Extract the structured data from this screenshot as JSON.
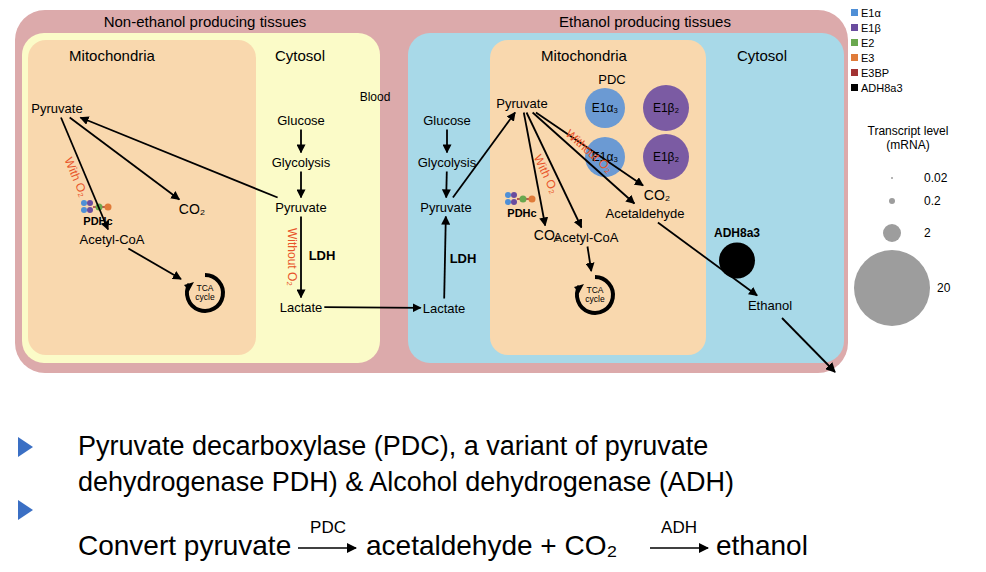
{
  "diagram": {
    "nodes": [
      {
        "text": [
          "Blood"
        ]
      },
      {
        "text": [
          "Non-ethanol producing tissues",
          "Cytosol"
        ],
        "in": 0
      },
      {
        "text": [
          "Mitochondria"
        ],
        "in": 1
      },
      {
        "text": [
          "Ethanol producing tissues",
          "Cytosol"
        ],
        "in": 0
      },
      {
        "text": [
          "Mitochondria"
        ],
        "in": 3
      },
      {
        "text": [
          "Pyruvate"
        ],
        "in": 2
      },
      {
        "text": [
          "CO₂"
        ],
        "in": 2
      },
      {
        "text": [
          "PDHc"
        ],
        "in": 2
      },
      {
        "text": [
          "Acetyl-CoA"
        ],
        "in": 2
      },
      {
        "text": [
          "TCA cycle"
        ],
        "in": 2
      },
      {
        "text": [
          "Glucose"
        ],
        "in": 1
      },
      {
        "text": [
          "Glycolysis"
        ],
        "in": 1
      },
      {
        "text": [
          "Pyruvate"
        ],
        "in": 1
      },
      {
        "text": [
          "Lactate"
        ],
        "in": 1
      },
      {
        "text": [
          "Glucose"
        ],
        "in": 3
      },
      {
        "text": [
          "Glycolysis"
        ],
        "in": 3
      },
      {
        "text": [
          "Pyruvate"
        ],
        "in": 3
      },
      {
        "text": [
          "Lactate"
        ],
        "in": 3
      },
      {
        "text": [
          "Pyruvate"
        ],
        "in": 4
      },
      {
        "text": [
          "PDC"
        ],
        "in": 4
      },
      {
        "text": [
          "E1α₃"
        ],
        "in": 19
      },
      {
        "text": [
          "E1β₂"
        ],
        "in": 19
      },
      {
        "text": [
          "E1α₃"
        ],
        "in": 19
      },
      {
        "text": [
          "E1β₂"
        ],
        "in": 19
      },
      {
        "text": [
          "PDHc"
        ],
        "in": 4
      },
      {
        "text": [
          "CO₂"
        ],
        "in": 4
      },
      {
        "text": [
          "Acetyl-CoA"
        ],
        "in": 4
      },
      {
        "text": [
          "CO₂"
        ],
        "in": 4
      },
      {
        "text": [
          "Acetaldehyde"
        ],
        "in": 4
      },
      {
        "text": [
          "TCA cycle"
        ],
        "in": 4
      },
      {
        "text": [
          "ADH8a3"
        ],
        "in": 3
      },
      {
        "text": [
          "Ethanol"
        ],
        "in": 3
      }
    ],
    "edges": [
      {
        "from": 12,
        "to": 5,
        "arrow": "to"
      },
      {
        "from": 5,
        "to": 8,
        "arrow": "to",
        "label": "With O₂"
      },
      {
        "from": 5,
        "to": 6,
        "arrow": "to"
      },
      {
        "from": 8,
        "to": 9,
        "arrow": "to"
      },
      {
        "from": 10,
        "to": 11,
        "arrow": "to"
      },
      {
        "from": 11,
        "to": 12,
        "arrow": "to"
      },
      {
        "from": 12,
        "to": 13,
        "arrow": "to",
        "label": "Without O₂"
      },
      {
        "from": 13,
        "to": 17,
        "arrow": "to"
      },
      {
        "from": 17,
        "to": 16,
        "arrow": "to",
        "label": "LDH"
      },
      {
        "from": 14,
        "to": 15,
        "arrow": "to"
      },
      {
        "from": 15,
        "to": 16,
        "arrow": "to"
      },
      {
        "from": 16,
        "to": 18,
        "arrow": "to"
      },
      {
        "from": 18,
        "to": 26,
        "arrow": "to",
        "label": "With O₂"
      },
      {
        "from": 18,
        "to": 25,
        "arrow": "to"
      },
      {
        "from": 18,
        "to": 28,
        "arrow": "to",
        "label": "Without O₂"
      },
      {
        "from": 18,
        "to": 27,
        "arrow": "to"
      },
      {
        "from": 28,
        "to": 31,
        "arrow": "to"
      },
      {
        "from": 26,
        "to": 29,
        "arrow": "to"
      }
    ],
    "labels": [
      "LDH",
      "Transcript level (mRNA)",
      "Pyruvate decarboxylase (PDC), a variant of pyruvate dehydrogenase PDH) & Alcohol dehydrogenase (ADH)",
      "Convert pyruvate",
      "PDC",
      "acetaldehyde + CO₂",
      "ADH",
      "ethanol"
    ],
    "legend": [
      {
        "text": "E1α",
        "color": "#4f8fd6"
      },
      {
        "text": "E1β",
        "color": "#6a4c9f"
      },
      {
        "text": "E2",
        "color": "#6aa84f"
      },
      {
        "text": "E3",
        "color": "#e07b39"
      },
      {
        "text": "E3BP",
        "color": "#a23333"
      },
      {
        "text": "ADH8a3",
        "color": "#000000"
      },
      {
        "text": "0.02"
      },
      {
        "text": "0.2"
      },
      {
        "text": "2"
      },
      {
        "text": "20"
      }
    ]
  }
}
